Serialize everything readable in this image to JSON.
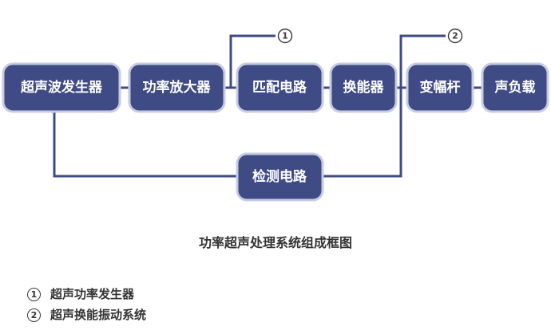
{
  "nodes": {
    "generator": "超声波发生器",
    "amplifier": "功率放大器",
    "matching": "匹配电路",
    "transducer": "换能器",
    "horn": "变幅杆",
    "load": "声负载",
    "detector": "检测电路"
  },
  "markers": {
    "m1": "1",
    "m2": "2"
  },
  "caption": "功率超声处理系统组成框图",
  "legend": [
    {
      "num": "1",
      "label": "超声功率发生器"
    },
    {
      "num": "2",
      "label": "超声换能振动系统"
    }
  ]
}
